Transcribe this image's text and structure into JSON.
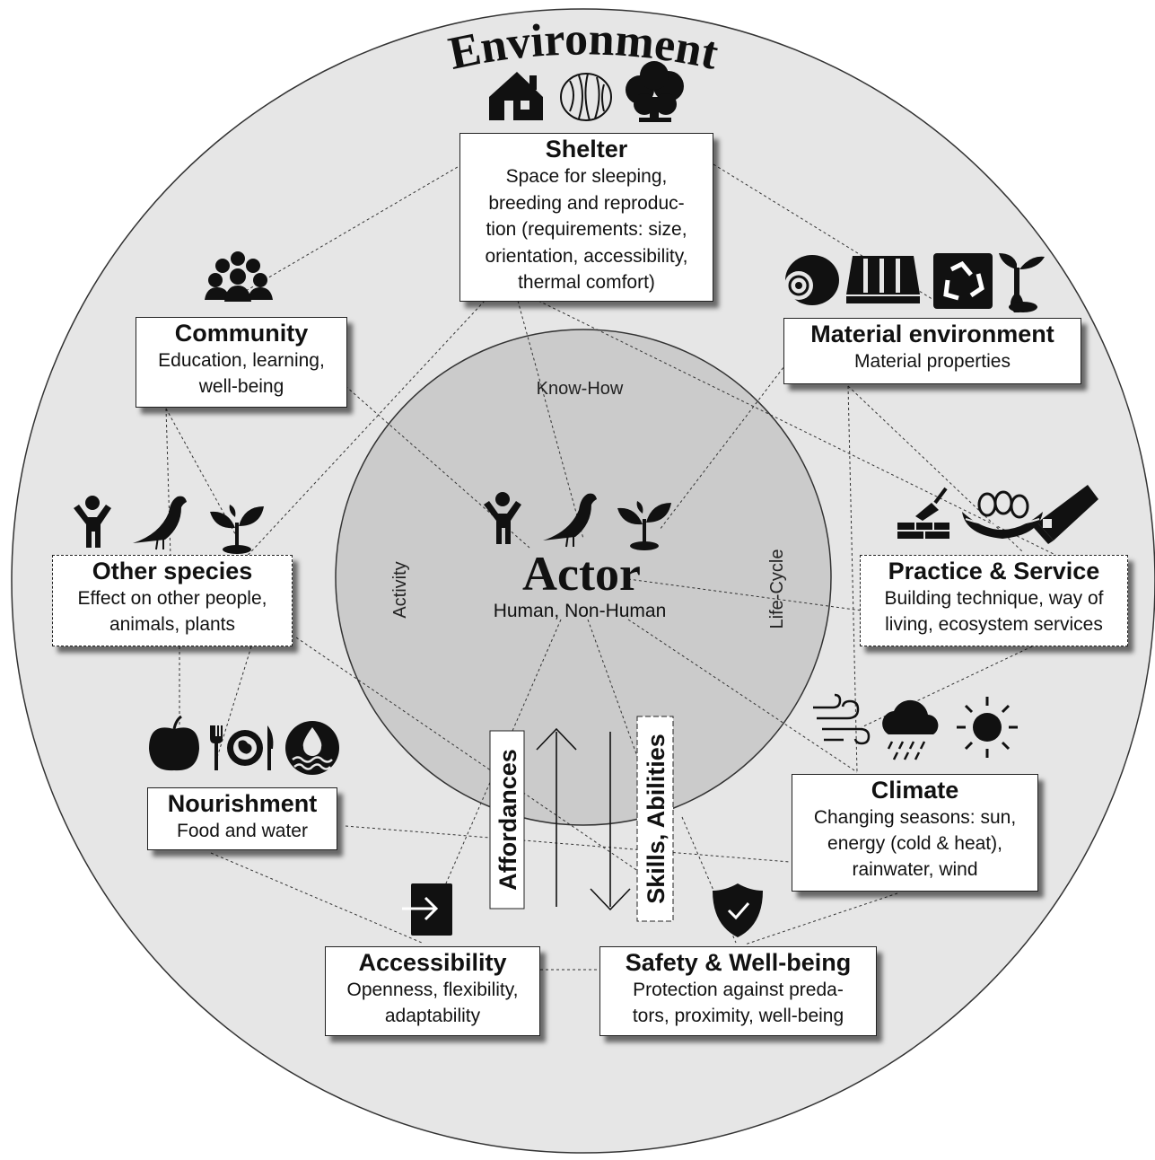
{
  "environment": {
    "title": "Environment"
  },
  "actor": {
    "title": "Actor",
    "subtitle": "Human, Non-Human"
  },
  "inner_labels": {
    "top": "Know-How",
    "left": "Activity",
    "right": "Life-Cycle"
  },
  "arrows": {
    "up_label": "Affordances",
    "down_label": "Skills, Abilities"
  },
  "boxes": {
    "shelter": {
      "title": "Shelter",
      "desc": "Space for sleeping,\nbreeding and reproduc-\ntion (requirements: size,\norientation, accessibility,\nthermal comfort)"
    },
    "community": {
      "title": "Community",
      "desc": "Education, learning,\nwell-being"
    },
    "material": {
      "title": "Material environment",
      "desc": "Material properties"
    },
    "other_species": {
      "title": "Other species",
      "desc": "Effect on other people,\nanimals, plants"
    },
    "practice": {
      "title": "Practice & Service",
      "desc": "Building technique, way of\nliving, ecosystem services"
    },
    "nourishment": {
      "title": "Nourishment",
      "desc": "Food and water"
    },
    "climate": {
      "title": "Climate",
      "desc": "Changing seasons: sun,\nenergy (cold & heat),\nrainwater, wind"
    },
    "accessibility": {
      "title": "Accessibility",
      "desc": "Openness, flexibility,\nadaptability"
    },
    "safety": {
      "title": "Safety & Well-being",
      "desc": "Protection against preda-\ntors, proximity, well-being"
    }
  },
  "icons": {
    "shelter": [
      "house-icon",
      "nest-icon",
      "tree-icon"
    ],
    "community": [
      "group-icon"
    ],
    "material": [
      "log-roll-icon",
      "pallet-icon",
      "recycle-icon",
      "plant-stem-icon"
    ],
    "other_species": [
      "person-icon",
      "bird-icon",
      "seedling-icon"
    ],
    "actor": [
      "person-icon",
      "bird-icon",
      "seedling-icon"
    ],
    "practice": [
      "trowel-bricks-icon",
      "eggs-nest-icon",
      "saw-icon"
    ],
    "nourishment": [
      "apple-icon",
      "plate-cutlery-icon",
      "water-drop-icon"
    ],
    "climate": [
      "wind-icon",
      "rain-cloud-icon",
      "sun-icon"
    ],
    "accessibility": [
      "enter-icon"
    ],
    "safety": [
      "shield-check-icon"
    ]
  },
  "colors": {
    "outer_circle": "#e5e5e5",
    "inner_circle": "#cbcbcb",
    "stroke": "#222222"
  }
}
